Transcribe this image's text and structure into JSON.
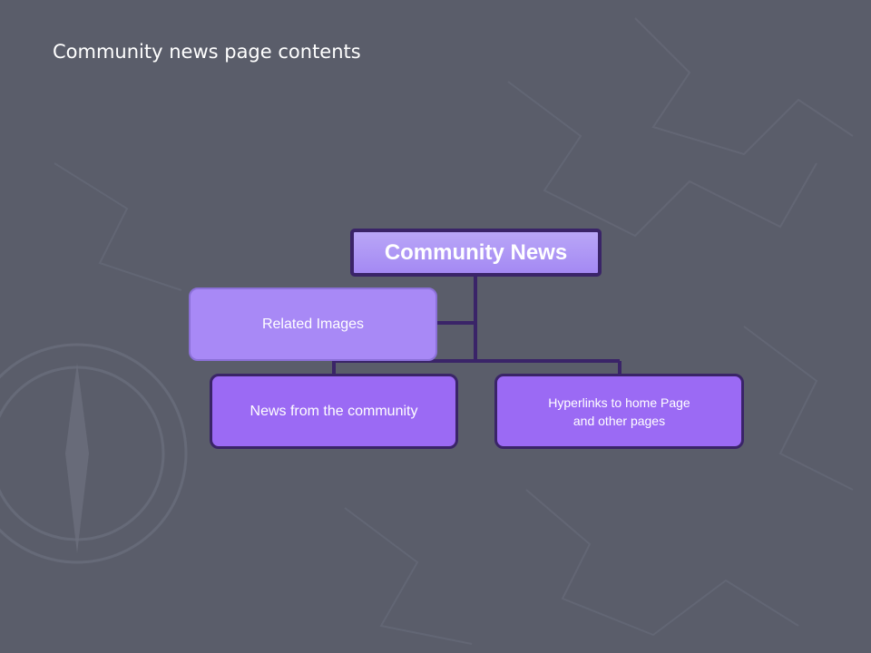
{
  "slide": {
    "title": "Community news page contents"
  },
  "diagram": {
    "type": "organization-chart",
    "root": {
      "label": "Community News"
    },
    "assistant": {
      "label": "Related Images"
    },
    "children": [
      {
        "label": "News from the community"
      },
      {
        "label_lines": [
          "Hyperlinks to home Page",
          "and other pages"
        ]
      }
    ]
  },
  "colors": {
    "background": "#5a5d6a",
    "connector": "#3a2468",
    "root_fill": "#b9a6f7",
    "assistant_fill": "#a889f6",
    "child_fill": "#9b6af4"
  }
}
